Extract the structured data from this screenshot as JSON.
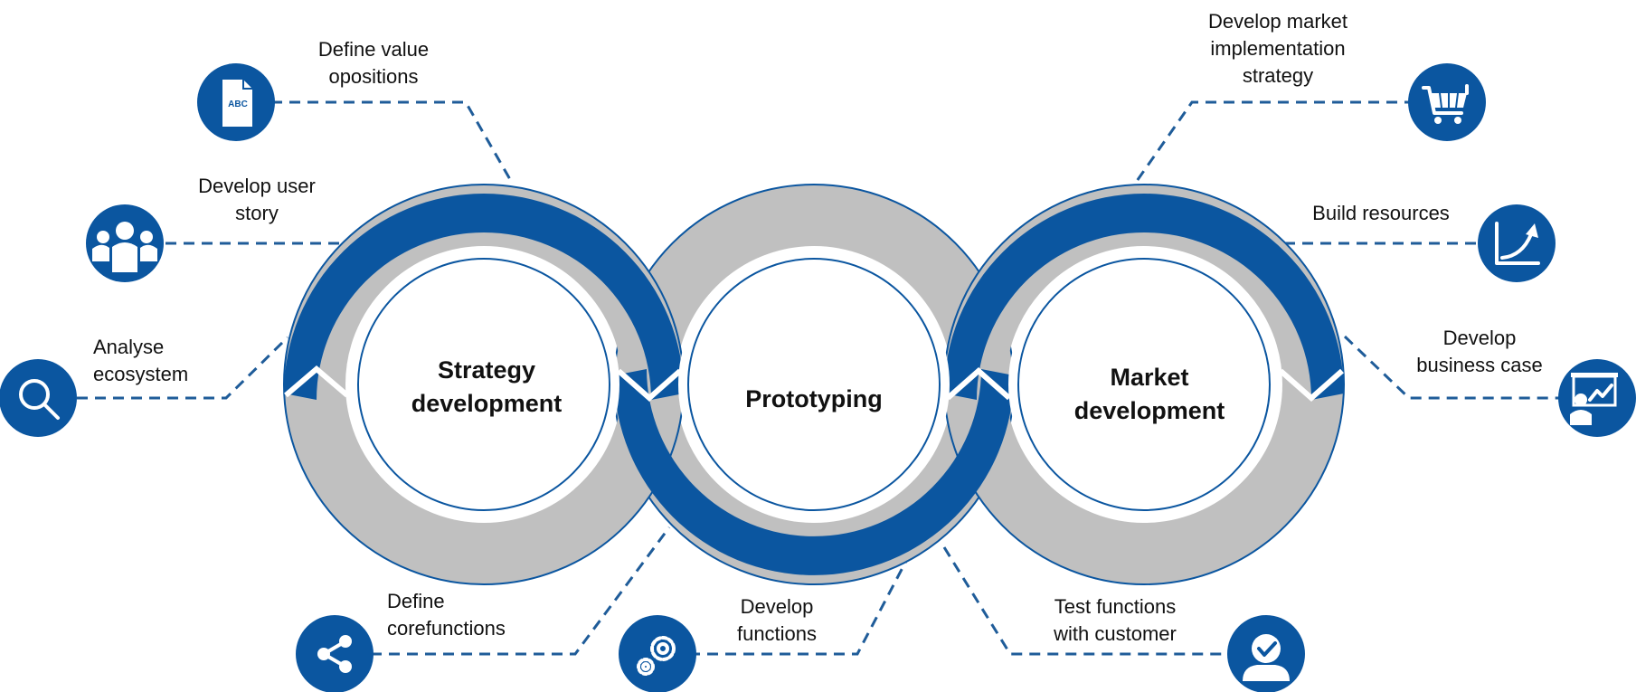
{
  "colors": {
    "primary_blue": "#0b56a0",
    "ring_gray": "#c0c0c0",
    "connector_blue": "#1f5c99",
    "text": "#111111"
  },
  "circles": {
    "strategy": {
      "line1": "Strategy",
      "line2": "development"
    },
    "prototyping": {
      "line1": "Prototyping"
    },
    "market": {
      "line1": "Market",
      "line2": "development"
    }
  },
  "steps": {
    "value_propositions": {
      "line1": "Define value",
      "line2": "opositions",
      "icon": "document-abc-icon"
    },
    "user_story": {
      "line1": "Develop user",
      "line2": "story",
      "icon": "people-group-icon"
    },
    "analyse_ecosystem": {
      "line1": "Analyse",
      "line2": "ecosystem",
      "icon": "magnifier-icon"
    },
    "core_functions": {
      "line1": "Define",
      "line2": "corefunctions",
      "icon": "share-icon"
    },
    "develop_functions": {
      "line1": "Develop",
      "line2": "functions",
      "icon": "gears-icon"
    },
    "test_functions": {
      "line1": "Test functions",
      "line2": "with customer",
      "icon": "user-check-icon"
    },
    "market_strategy": {
      "line1": "Develop market",
      "line2": "implementation",
      "line3": "strategy",
      "icon": "shopping-cart-icon"
    },
    "build_resources": {
      "line1": "Build resources",
      "icon": "growth-chart-icon"
    },
    "business_case": {
      "line1": "Develop",
      "line2": "business case",
      "icon": "presentation-icon"
    }
  }
}
